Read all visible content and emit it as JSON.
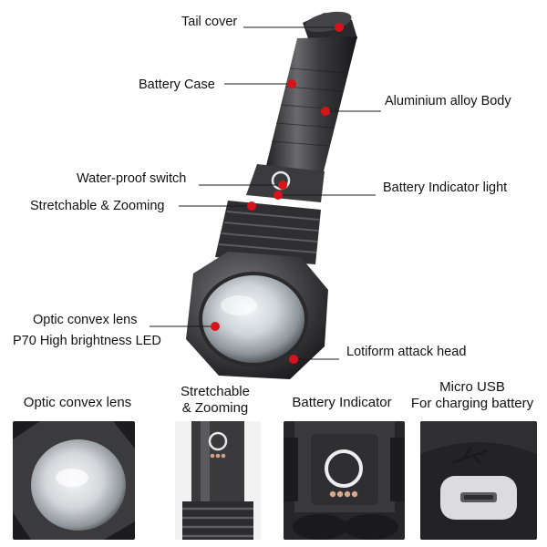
{
  "callouts": {
    "tail_cover": "Tail cover",
    "battery_case": "Battery Case",
    "aluminium_body": "Aluminium alloy Body",
    "waterproof_switch": "Water-proof switch",
    "battery_indicator_light": "Battery Indicator light",
    "stretchable_zooming": "Stretchable & Zooming",
    "optic_lens": "Optic convex lens",
    "led": "P70 High brightness LED",
    "attack_head": "Lotiform attack head"
  },
  "details": [
    {
      "caption_lines": [
        "Optic convex lens"
      ]
    },
    {
      "caption_lines": [
        "Stretchable",
        "& Zooming"
      ]
    },
    {
      "caption_lines": [
        "Battery Indicator"
      ]
    },
    {
      "caption_lines": [
        "Micro USB",
        "For charging battery"
      ]
    }
  ],
  "colors": {
    "marker": "#d8121b",
    "leader_line": "#1a1a1a",
    "metal_dark": "#2b2b2d",
    "metal_mid": "#5a5a5e"
  }
}
